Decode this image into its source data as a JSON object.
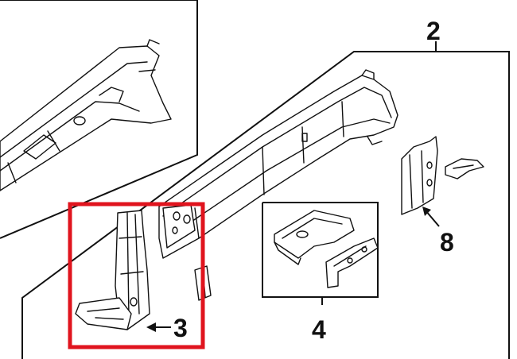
{
  "callouts": [
    {
      "id": "2",
      "label": "2"
    },
    {
      "id": "3",
      "label": "3"
    },
    {
      "id": "4",
      "label": "4"
    },
    {
      "id": "8",
      "label": "8"
    }
  ],
  "colors": {
    "line": "#111111",
    "background": "#ffffff",
    "highlight": "#e0141e"
  }
}
